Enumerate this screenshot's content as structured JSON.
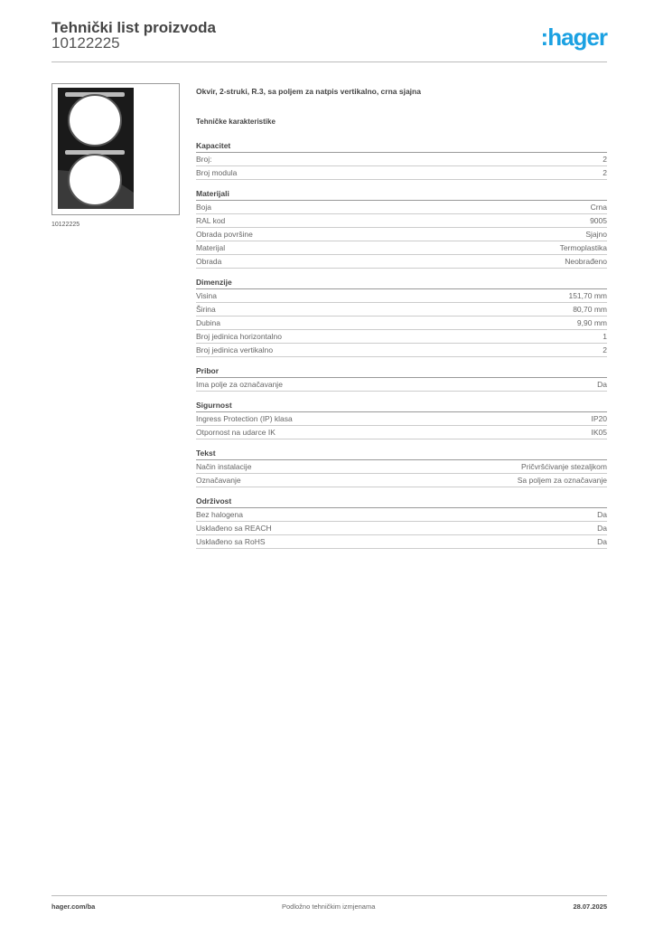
{
  "header": {
    "title": "Tehnički list proizvoda",
    "product_number": "10122225",
    "logo": ":hager"
  },
  "product": {
    "image_caption": "10122225",
    "description": "Okvir, 2-struki, R.3, sa poljem za natpis vertikalno, crna sjajna",
    "color": "#1a1a1a"
  },
  "specs_title": "Tehničke karakteristike",
  "sections": [
    {
      "title": "Kapacitet",
      "rows": [
        [
          "Broj:",
          "2"
        ],
        [
          "Broj modula",
          "2"
        ]
      ]
    },
    {
      "title": "Materijali",
      "rows": [
        [
          "Boja",
          "Crna"
        ],
        [
          "RAL kod",
          "9005"
        ],
        [
          "Obrada površine",
          "Sjajno"
        ],
        [
          "Materijal",
          "Termoplastika"
        ],
        [
          "Obrada",
          "Neobrađeno"
        ]
      ]
    },
    {
      "title": "Dimenzije",
      "rows": [
        [
          "Visina",
          "151,70 mm"
        ],
        [
          "Širina",
          "80,70 mm"
        ],
        [
          "Dubina",
          "9,90 mm"
        ],
        [
          "Broj jedinica horizontalno",
          "1"
        ],
        [
          "Broj jedinica vertikalno",
          "2"
        ]
      ]
    },
    {
      "title": "Pribor",
      "rows": [
        [
          "Ima polje za označavanje",
          "Da"
        ]
      ]
    },
    {
      "title": "Sigurnost",
      "rows": [
        [
          "Ingress Protection (IP) klasa",
          "IP20"
        ],
        [
          "Otpornost na udarce IK",
          "IK05"
        ]
      ]
    },
    {
      "title": "Tekst",
      "rows": [
        [
          "Način instalacije",
          "Pričvršćivanje stezaljkom"
        ],
        [
          "Označavanje",
          "Sa poljem za označavanje"
        ]
      ]
    },
    {
      "title": "Održivost",
      "rows": [
        [
          "Bez halogena",
          "Da"
        ],
        [
          "Usklađeno sa REACH",
          "Da"
        ],
        [
          "Usklađeno sa RoHS",
          "Da"
        ]
      ]
    }
  ],
  "footer": {
    "website": "hager.com/ba",
    "notice": "Podložno tehničkim izmjenama",
    "date": "28.07.2025"
  },
  "colors": {
    "brand": "#1ba1e2"
  }
}
